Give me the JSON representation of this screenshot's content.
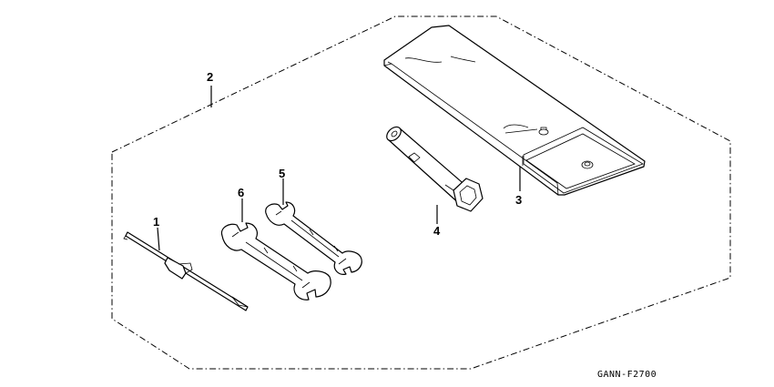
{
  "callouts": [
    {
      "id": "1",
      "part": "screwdriver"
    },
    {
      "id": "2",
      "part": "tool-kit-boundary"
    },
    {
      "id": "3",
      "part": "tool-bag"
    },
    {
      "id": "4",
      "part": "plug-wrench"
    },
    {
      "id": "5",
      "part": "open-end-wrench-small"
    },
    {
      "id": "6",
      "part": "open-end-wrench-large"
    }
  ],
  "drawing_code": "GANN-F2700"
}
